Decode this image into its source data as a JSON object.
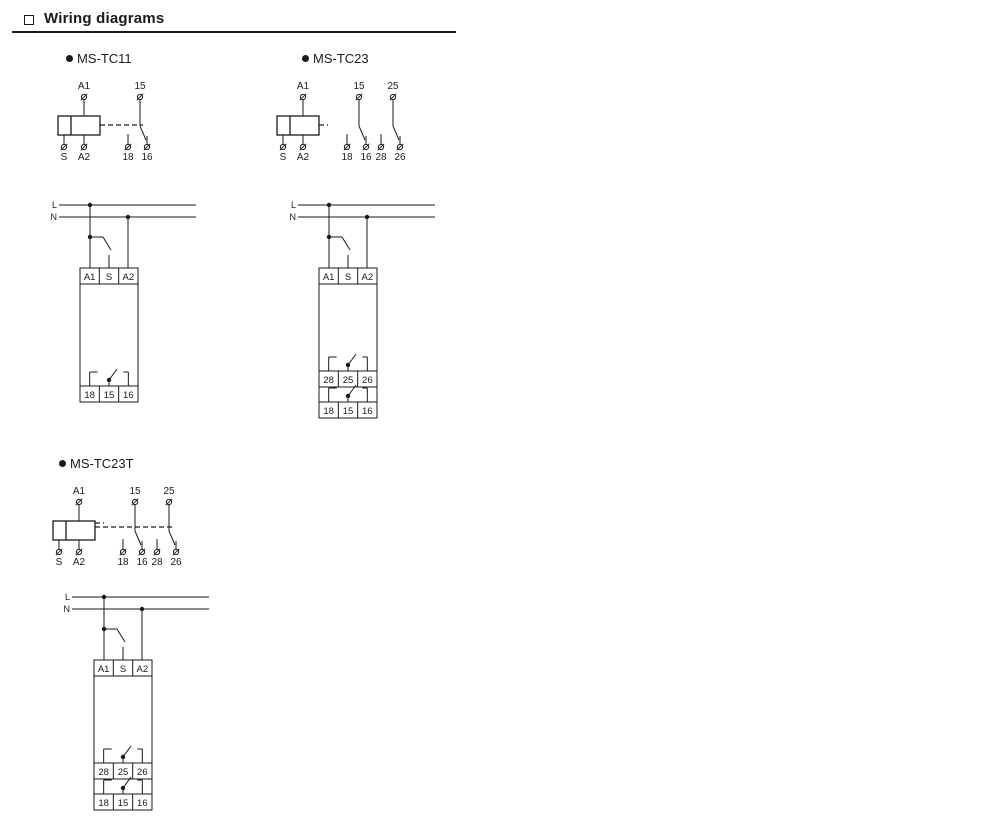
{
  "header": {
    "title": "Wiring diagrams"
  },
  "models": [
    {
      "name": "MS-TC11",
      "relay_top_labels": [
        "A1",
        "15"
      ],
      "relay_bottom_labels": [
        "S",
        "A2",
        "18",
        "16"
      ],
      "lines": [
        "L",
        "N"
      ],
      "module_top_terminals": [
        "A1",
        "S",
        "A2"
      ],
      "module_contact_rows": [
        [
          "18",
          "15",
          "16"
        ]
      ]
    },
    {
      "name": "MS-TC23",
      "relay_top_labels": [
        "A1",
        "15",
        "25"
      ],
      "relay_bottom_labels": [
        "S",
        "A2",
        "18",
        "16",
        "28",
        "26"
      ],
      "lines": [
        "L",
        "N"
      ],
      "module_top_terminals": [
        "A1",
        "S",
        "A2"
      ],
      "module_contact_rows": [
        [
          "28",
          "25",
          "26"
        ],
        [
          "18",
          "15",
          "16"
        ]
      ]
    },
    {
      "name": "MS-TC23T",
      "relay_top_labels": [
        "A1",
        "15",
        "25"
      ],
      "relay_bottom_labels": [
        "S",
        "A2",
        "18",
        "16",
        "28",
        "26"
      ],
      "lines": [
        "L",
        "N"
      ],
      "module_top_terminals": [
        "A1",
        "S",
        "A2"
      ],
      "module_contact_rows": [
        [
          "28",
          "25",
          "26"
        ],
        [
          "18",
          "15",
          "16"
        ]
      ]
    }
  ]
}
